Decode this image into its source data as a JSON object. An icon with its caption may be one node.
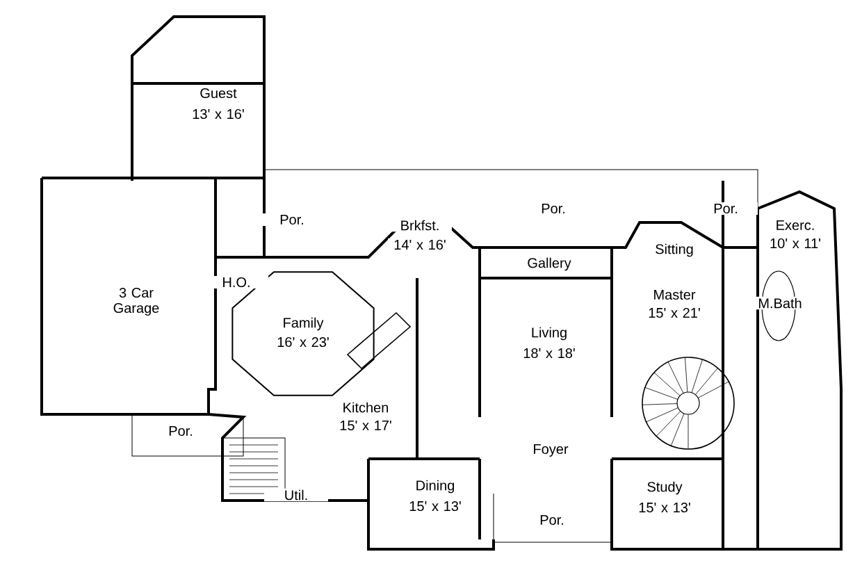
{
  "diagram": {
    "labels": [
      "Guest",
      "13' x 16'",
      "Por.",
      "Por.",
      "Por.",
      "Exerc.",
      "10' x 11'",
      "Brkfst.",
      "14' x 16'",
      "Gallery",
      "Sitting",
      "3 Car Garage",
      "H.O.",
      "Master",
      "15' x 21'",
      "M.Bath",
      "Family",
      "16' x 23'",
      "Living",
      "18' x 18'",
      "Kitchen",
      "15' x 17'",
      "Por.",
      "Foyer",
      "Dining",
      "15' x 13'",
      "Util.",
      "Study",
      "15' x 13'",
      "Por."
    ]
  }
}
